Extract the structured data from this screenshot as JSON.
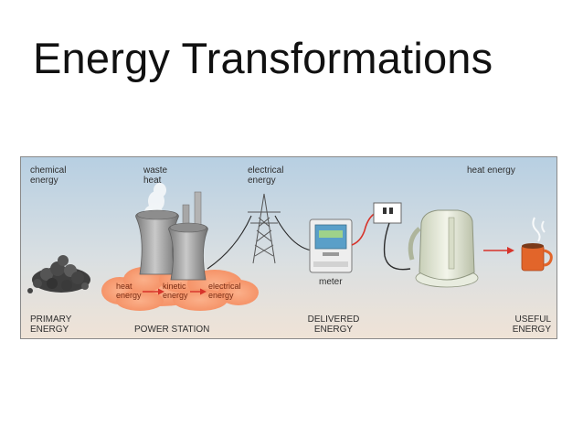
{
  "title": "Energy Transformations",
  "diagram": {
    "top_labels": {
      "chemical_energy": [
        "chemical",
        "energy"
      ],
      "waste_heat": [
        "waste",
        "heat"
      ],
      "electrical_energy": [
        "electrical",
        "energy"
      ],
      "heat_energy": "heat energy"
    },
    "cloud_labels": {
      "heat_energy": [
        "heat",
        "energy"
      ],
      "kinetic_energy": [
        "kinetic",
        "energy"
      ],
      "electrical_energy": [
        "electrical",
        "energy"
      ]
    },
    "meter_label": "meter",
    "bottom_labels": {
      "primary_energy": [
        "PRIMARY",
        "ENERGY"
      ],
      "power_station": "POWER STATION",
      "delivered_energy": [
        "DELIVERED",
        "ENERGY"
      ],
      "useful_energy": [
        "USEFUL",
        "ENERGY"
      ]
    },
    "colors": {
      "sky_top": "#b7cfe2",
      "ground_bottom": "#f0e3d6",
      "heat_cloud": "#f6a07a",
      "arrow_red": "#d7332a",
      "cable": "#2b2b2b",
      "tower_grey": "#9a9a9a",
      "mug_orange": "#e2652a"
    }
  }
}
